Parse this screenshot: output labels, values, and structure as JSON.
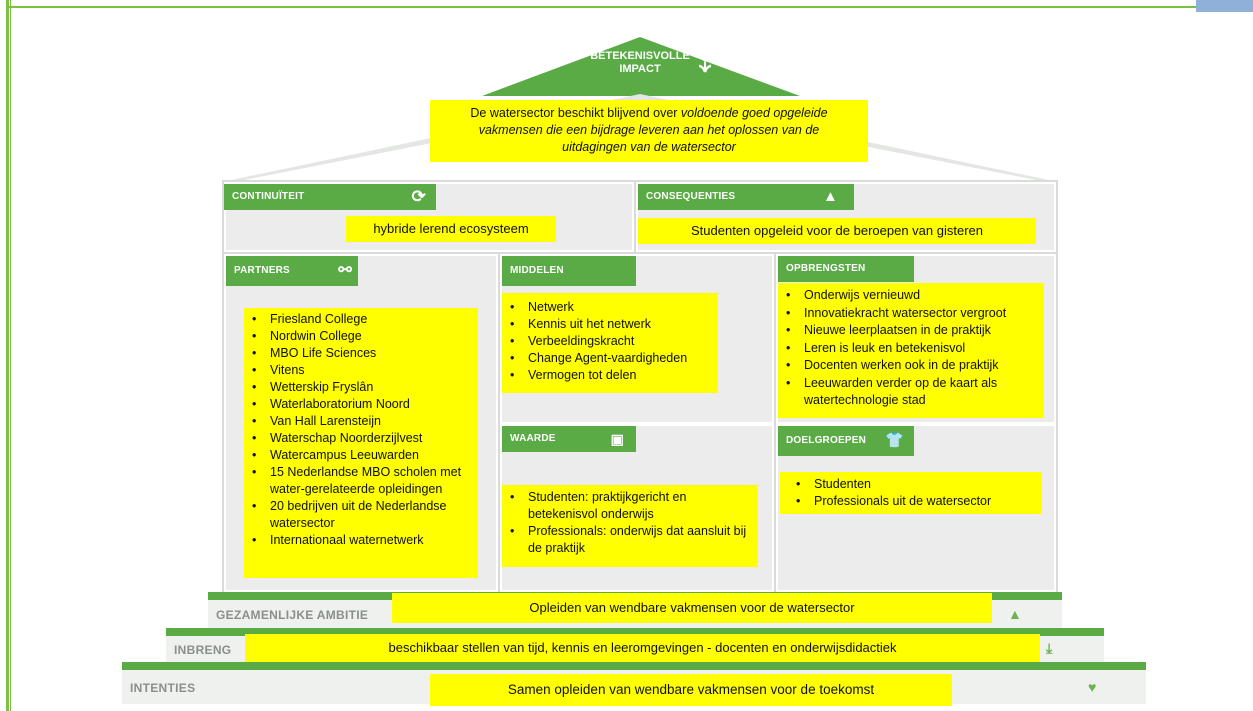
{
  "roof": {
    "title_line1": "BETEKENISVOLLE",
    "title_line2": "IMPACT",
    "impact_icon": "sprout-icon",
    "statement_plain": "De watersector beschikt blijvend over ",
    "statement_italic_1": "voldoende goed opgeleide",
    "statement_italic_2": "vakmensen die een bijdrage leveren aan het oplossen van de",
    "statement_italic_3": "uitdagingen van de watersector"
  },
  "continuiteit": {
    "header": "CONTINUÏTEIT",
    "icon": "refresh-icon",
    "text": "hybride lerend ecosysteem"
  },
  "consequenties": {
    "header": "CONSEQUENTIES",
    "icon": "warning-icon",
    "text": "Studenten opgeleid voor de beroepen van gisteren"
  },
  "partners": {
    "header": "PARTNERS",
    "icon": "link-icon",
    "items": [
      "Friesland College",
      "Nordwin College",
      "MBO Life Sciences",
      "Vitens",
      "Wetterskip Fryslân",
      "Waterlaboratorium Noord",
      "Van Hall Larensteijn",
      "Waterschap Noorderzijlvest",
      "Watercampus Leeuwarden",
      "15 Nederlandse MBO scholen met water-gerelateerde opleidingen",
      "20 bedrijven uit de Nederlandse watersector",
      "Internationaal waternetwerk"
    ]
  },
  "middelen": {
    "header": "MIDDELEN",
    "items": [
      "Netwerk",
      "Kennis uit het netwerk",
      "Verbeeldingskracht",
      "Change Agent-vaardigheden",
      "Vermogen tot delen"
    ]
  },
  "opbrengsten": {
    "header": "OPBRENGSTEN",
    "items": [
      "Onderwijs vernieuwd",
      "Innovatiekracht watersector vergroot",
      "Nieuwe leerplaatsen in de praktijk",
      "Leren is leuk en betekenisvol",
      "Docenten werken ook in de praktijk",
      "Leeuwarden verder op de kaart als watertechnologie stad"
    ]
  },
  "waarde": {
    "header": "WAARDE",
    "icon": "gift-icon",
    "items": [
      "Studenten: praktijkgericht en betekenisvol onderwijs",
      "Professionals: onderwijs dat aansluit bij de praktijk"
    ]
  },
  "doelgroepen": {
    "header": "DOELGROEPEN",
    "icon": "shirt-icon",
    "items": [
      "Studenten",
      "Professionals uit de watersector"
    ]
  },
  "steps": {
    "ambitie_label": "GEZAMENLIJKE AMBITIE",
    "ambitie_text": "Opleiden van wendbare vakmensen voor de watersector",
    "ambitie_icon": "mountain-icon",
    "inbreng_label": "INBRENG",
    "inbreng_text": "beschikbaar stellen van tijd, kennis en leeromgevingen  - docenten en onderwijsdidactiek",
    "inbreng_icon": "download-icon",
    "intenties_label": "INTENTIES",
    "intenties_text": "Samen opleiden van wendbare vakmensen voor de toekomst",
    "intenties_icon": "heart-icon"
  },
  "colors": {
    "green": "#5aab46",
    "highlight": "#ffff00",
    "panel": "#ececec"
  }
}
